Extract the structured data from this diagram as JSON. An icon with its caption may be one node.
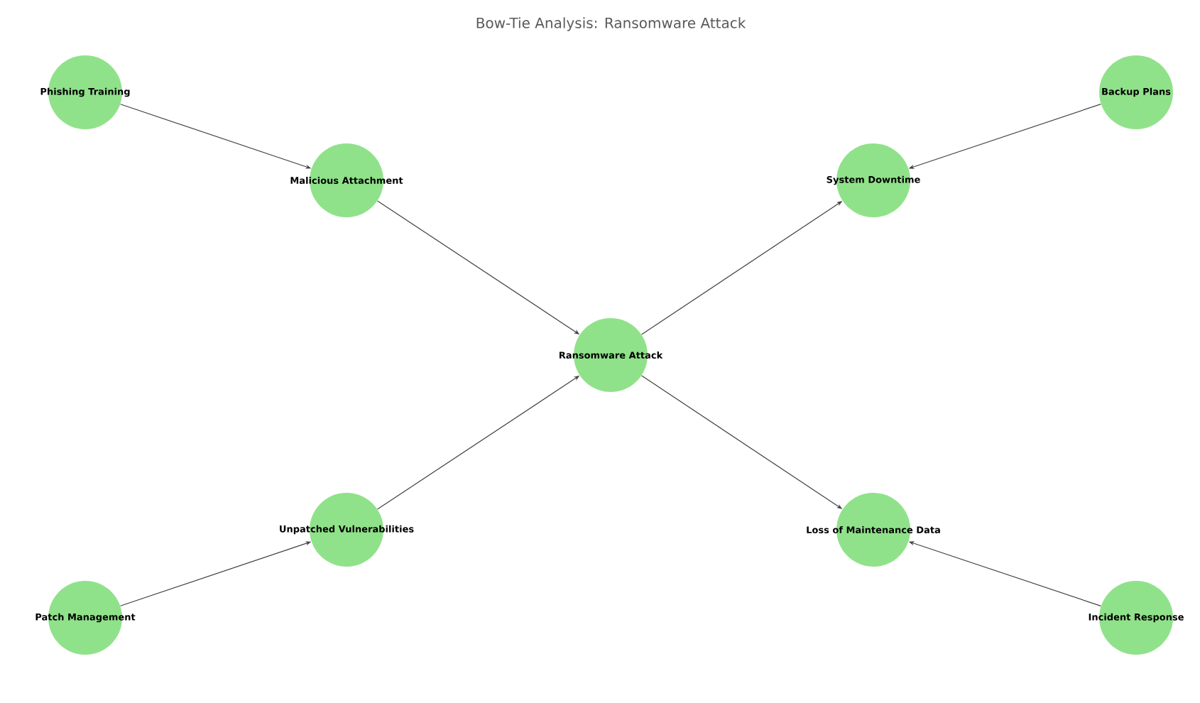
{
  "diagram": {
    "title": "Bow-Tie Analysis: Ransomware Attack",
    "nodes": [
      {
        "text": [
          "Phishing Training"
        ]
      },
      {
        "text": [
          "Malicious Attachment"
        ]
      },
      {
        "text": [
          "Backup Plans"
        ]
      },
      {
        "text": [
          "System Downtime"
        ]
      },
      {
        "text": [
          "Ransomware Attack"
        ]
      },
      {
        "text": [
          "Unpatched Vulnerabilities"
        ]
      },
      {
        "text": [
          "Loss of Maintenance Data"
        ]
      },
      {
        "text": [
          "Patch Management"
        ]
      },
      {
        "text": [
          "Incident Response"
        ]
      }
    ],
    "edges": [
      {
        "from": 0,
        "to": 1,
        "arrow": "to"
      },
      {
        "from": 1,
        "to": 4,
        "arrow": "to"
      },
      {
        "from": 2,
        "to": 3,
        "arrow": "to"
      },
      {
        "from": 4,
        "to": 3,
        "arrow": "to"
      },
      {
        "from": 5,
        "to": 4,
        "arrow": "to"
      },
      {
        "from": 7,
        "to": 5,
        "arrow": "to"
      },
      {
        "from": 4,
        "to": 6,
        "arrow": "to"
      },
      {
        "from": 8,
        "to": 6,
        "arrow": "to"
      }
    ]
  }
}
